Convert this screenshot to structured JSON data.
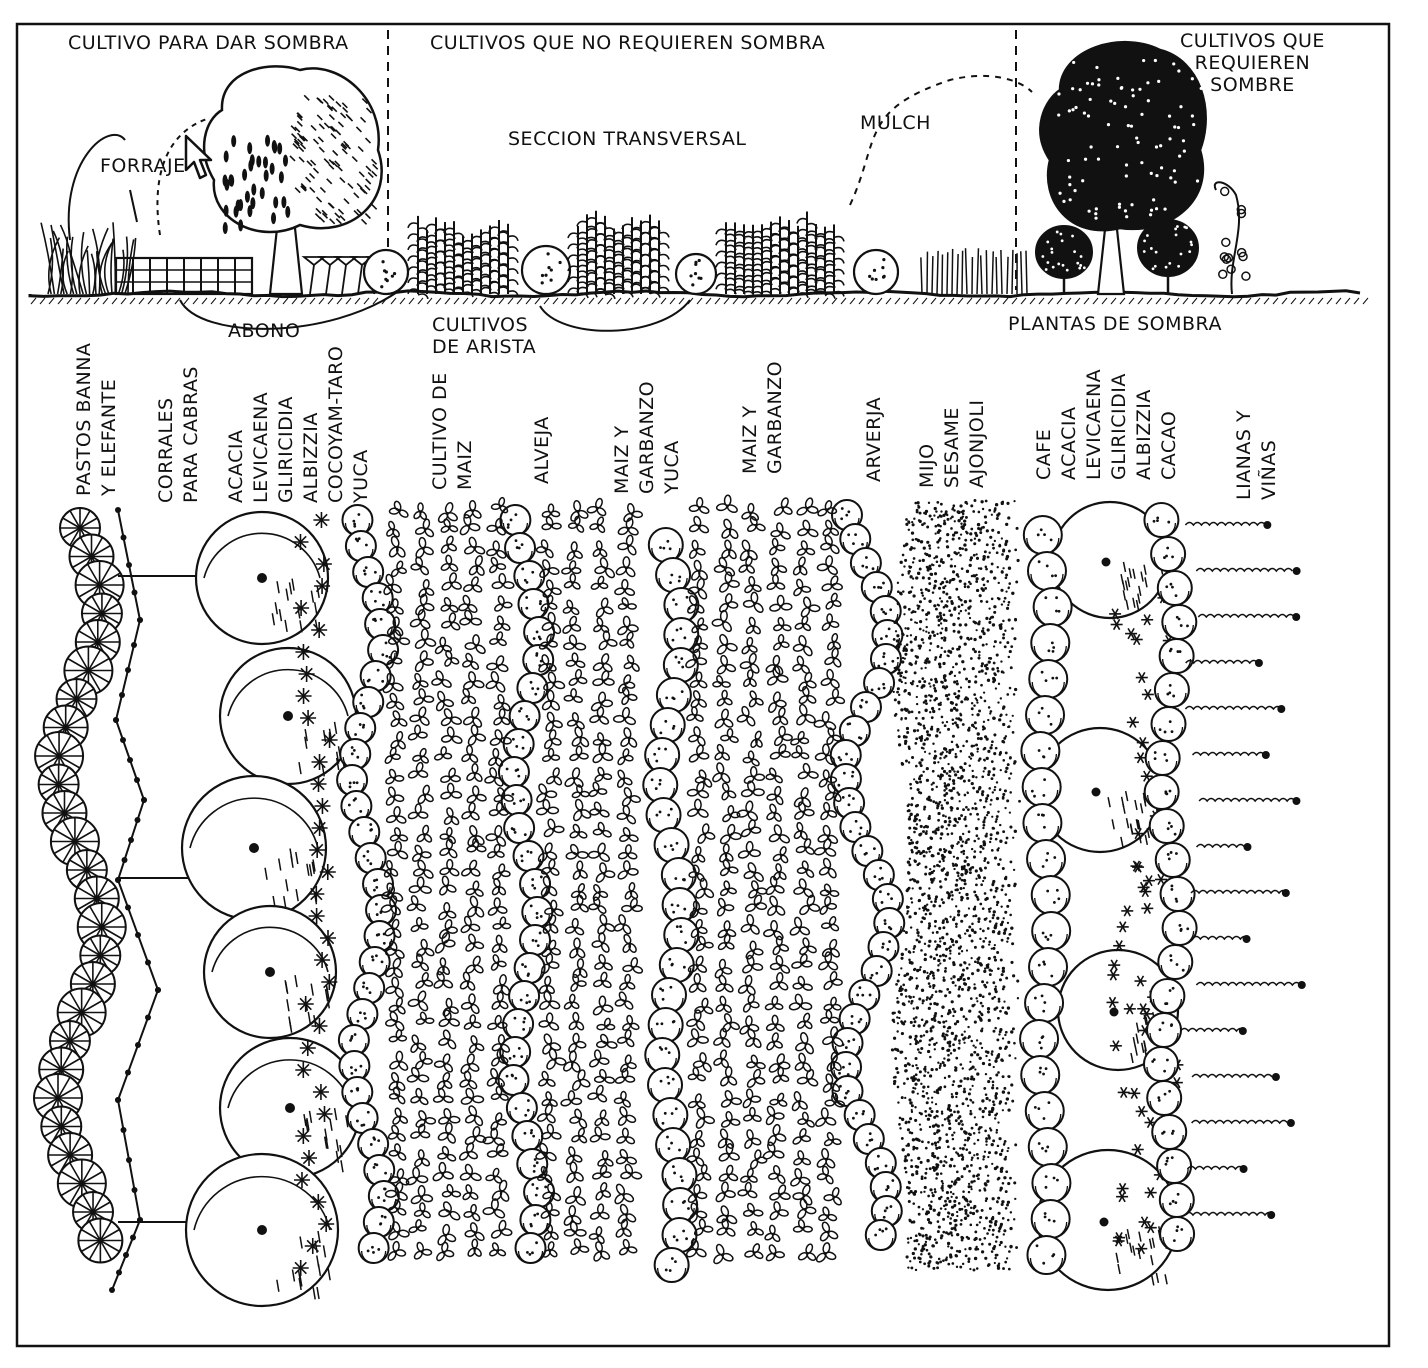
{
  "section_headers": {
    "shade_crops": "CULTIVO PARA DAR SOMBRA",
    "no_shade_crops": "CULTIVOS QUE NO REQUIEREN SOMBRA",
    "need_shade_crops": "CULTIVOS QUE\nREQUIEREN\nSOMBRE"
  },
  "profile_labels": {
    "cross_section": "SECCION TRANSVERSAL",
    "mulch": "MULCH",
    "forage": "FORRAJE",
    "manure": "ABONO",
    "edge_crops": "CULTIVOS\nDE ARISTA",
    "shade_plants": "PLANTAS DE SOMBRA"
  },
  "row_labels": [
    "PASTOS BANNA\nY ELEFANTE",
    "CORRALES\nPARA CABRAS",
    "ACACIA\nLEVICAENA\nGLIRICIDIA\nALBIZZIA\nCOCOYAM-TARO\nYUCA",
    "CULTIVO DE\nMAIZ",
    "ALVEJA",
    "MAIZ Y\nGARBANZO\nYUCA",
    "MAIZ Y\nGARBANZO",
    "ARVERJA",
    "MIJO\nSESAME\nAJONJOLI",
    "CAFE\nACACIA\nLEVICAENA\nGLIRICIDIA\nALBIZZIA\nCACAO",
    "LIANAS Y\nVIÑAS"
  ],
  "colors": {
    "ink": "#111111",
    "paper": "#ffffff"
  },
  "icons": {
    "cursor": "mouse-pointer-icon"
  }
}
